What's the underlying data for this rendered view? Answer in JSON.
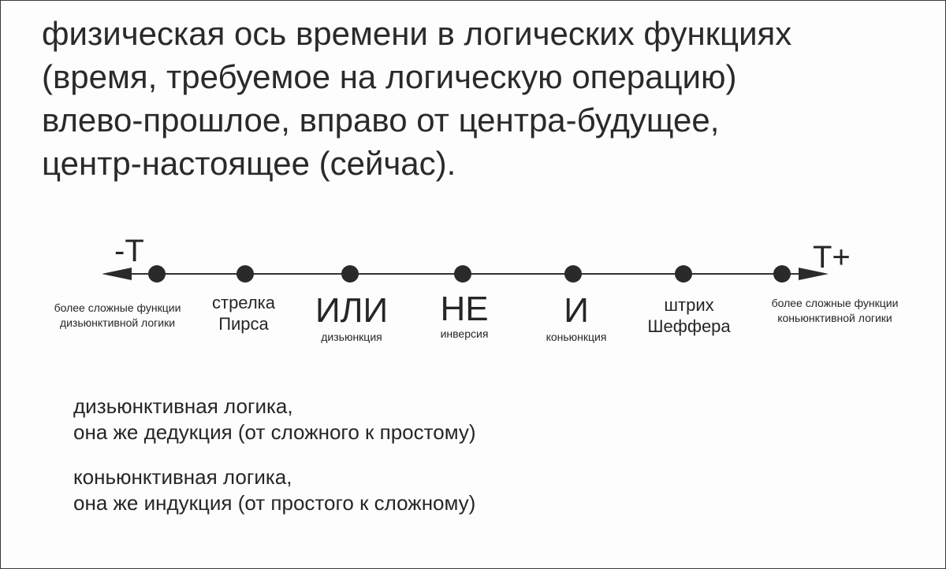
{
  "title": {
    "lines": [
      "физическая ось времени в логических функциях",
      "(время, требуемое на логическую операцию)",
      "влево-прошлое, вправо от центра-будущее,",
      "центр-настоящее (сейчас)."
    ]
  },
  "axis": {
    "left_label": "-T",
    "right_label": "T+",
    "points": [
      {
        "id": "left-end",
        "lines": [
          "более сложные функции",
          "дизьюнктивной логики"
        ]
      },
      {
        "id": "peirce-arrow",
        "lines": [
          "стрелка",
          "Пирса"
        ]
      },
      {
        "id": "or",
        "main": "ИЛИ",
        "sub": "дизьюнкция"
      },
      {
        "id": "not",
        "main": "НЕ",
        "sub": "инверсия"
      },
      {
        "id": "and",
        "main": "И",
        "sub": "коньюнкция"
      },
      {
        "id": "sheffer-stroke",
        "lines": [
          "штрих",
          "Шеффера"
        ]
      },
      {
        "id": "right-end",
        "lines": [
          "более сложные функции",
          "коньюнктивной логики"
        ]
      }
    ]
  },
  "notes": [
    {
      "lines": [
        "дизьюнктивная логика,",
        "она же дедукция (от сложного к простому)"
      ]
    },
    {
      "lines": [
        "коньюнктивная логика,",
        "она же индукция (от простого к сложному)"
      ]
    }
  ]
}
